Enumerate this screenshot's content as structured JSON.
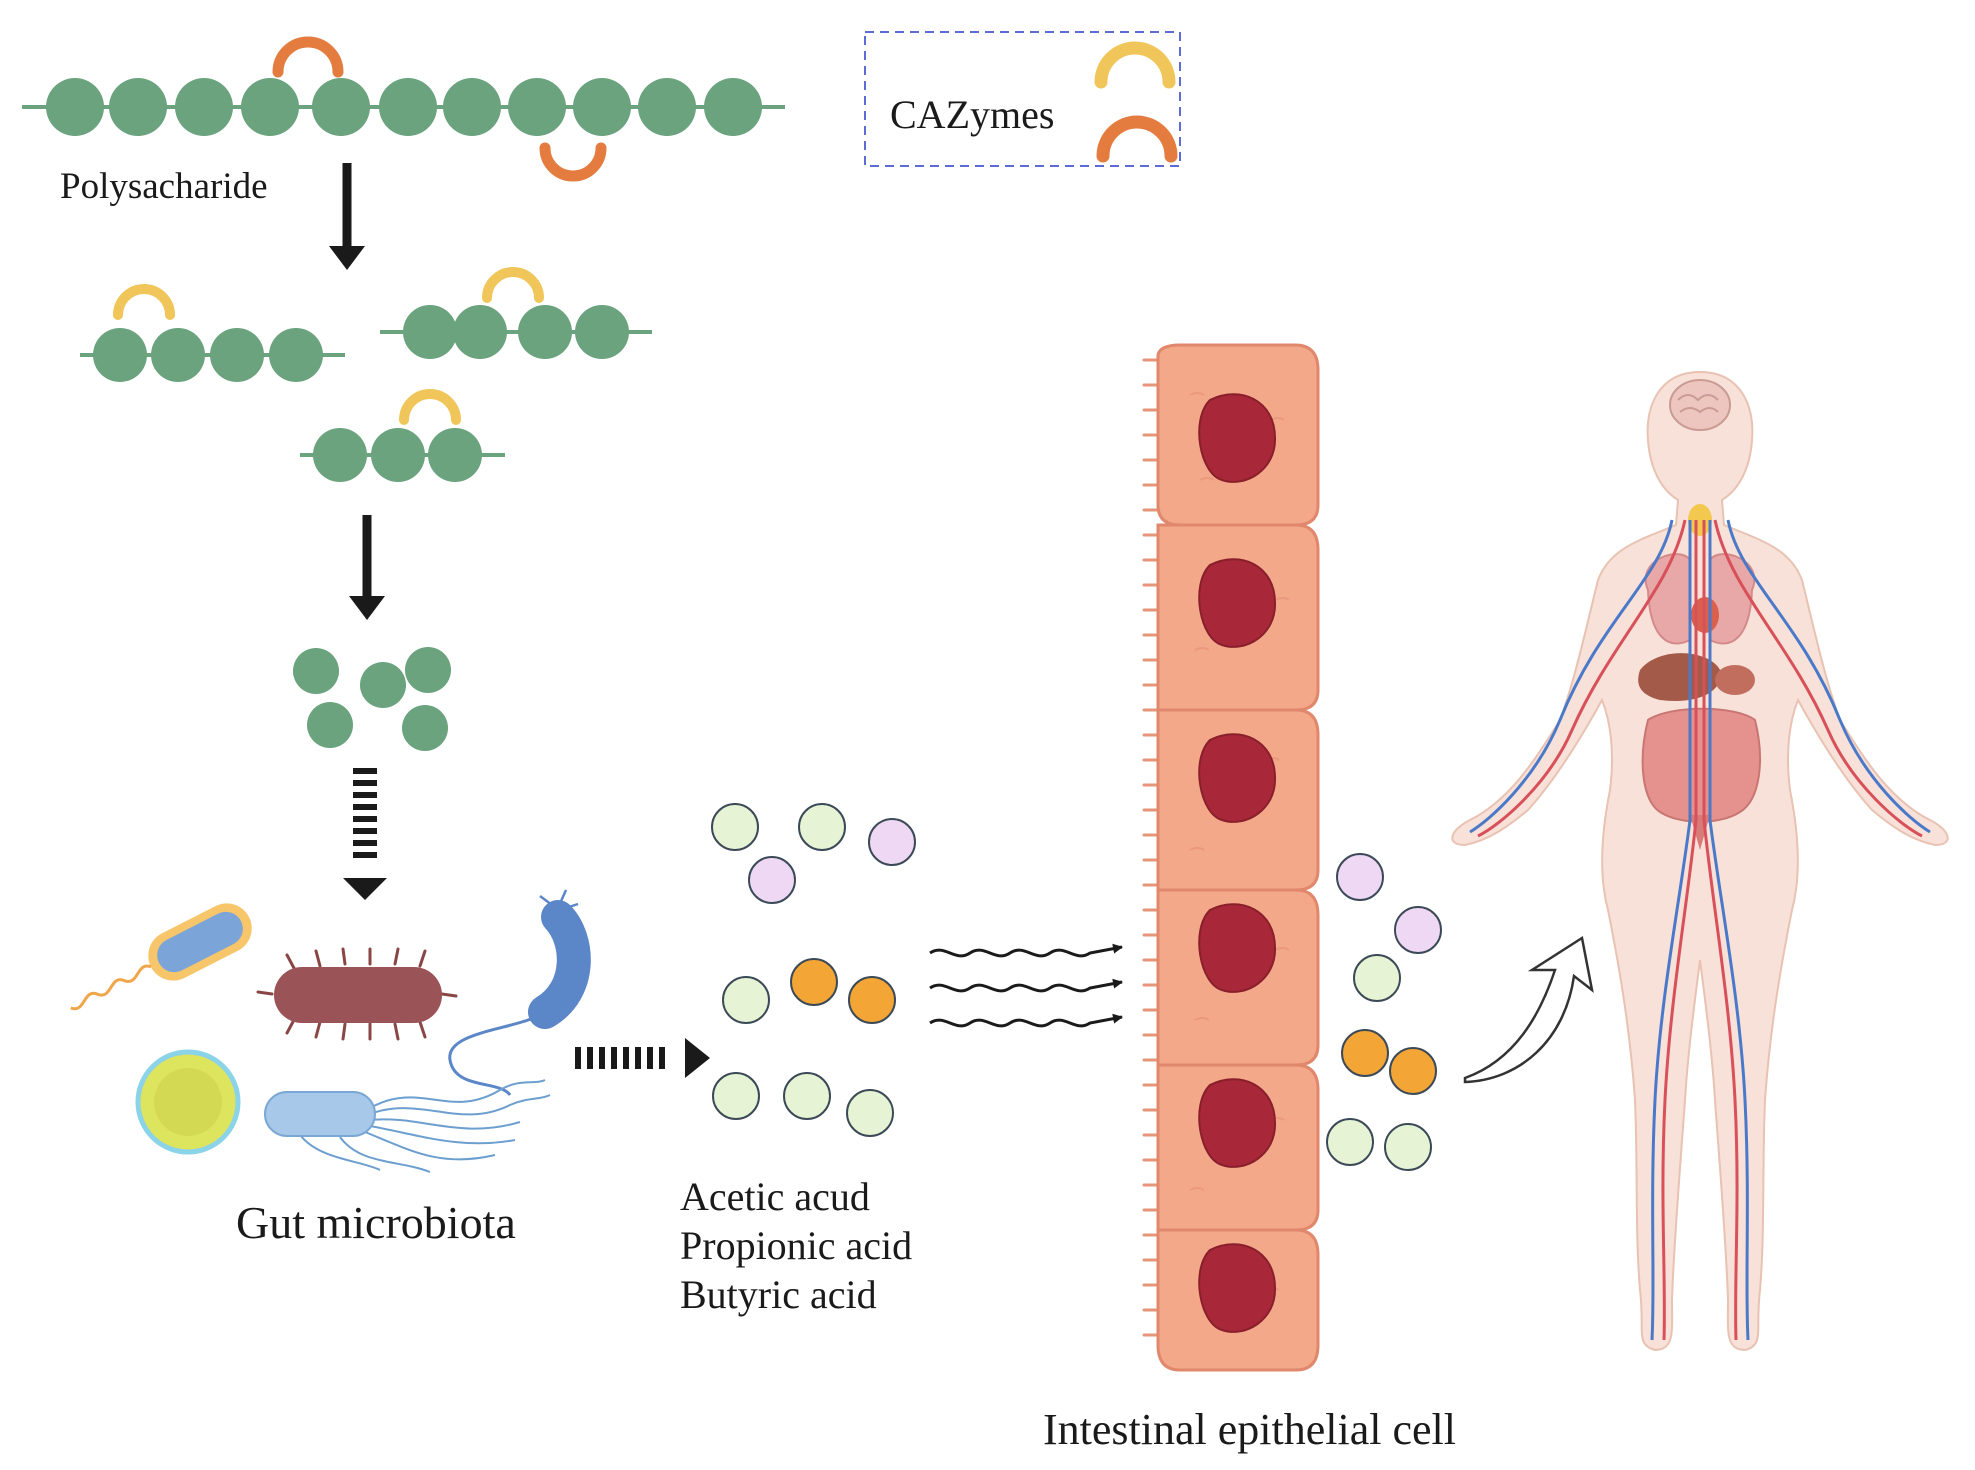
{
  "labels": {
    "polysaccharide": "Polysacharide",
    "cazymes": "CAZymes",
    "gut_microbiota": "Gut microbiota",
    "acids": [
      "Acetic acud",
      "Propionic acid",
      "Butyric acid"
    ],
    "intestinal_epithelial_cell": "Intestinal epithelial cell"
  },
  "colors": {
    "sugar_unit": "#6aa37e",
    "enzyme_orange": "#e37c3e",
    "enzyme_yellow": "#f0c65a",
    "acetate_circle": "#e6f4d5",
    "propionate_circle": "#eed8f4",
    "butyrate_circle": "#f3a635",
    "epithelium": "#f3a88a",
    "nucleus": "#a8283a",
    "vessel_red": "#d8505a",
    "vessel_blue": "#4b79c9"
  },
  "icons": [
    "solid-arrow-icon",
    "dashed-arrow-icon",
    "wavy-arrow-icon",
    "bacteria-icon",
    "human-body-icon",
    "outline-arrow-icon"
  ]
}
